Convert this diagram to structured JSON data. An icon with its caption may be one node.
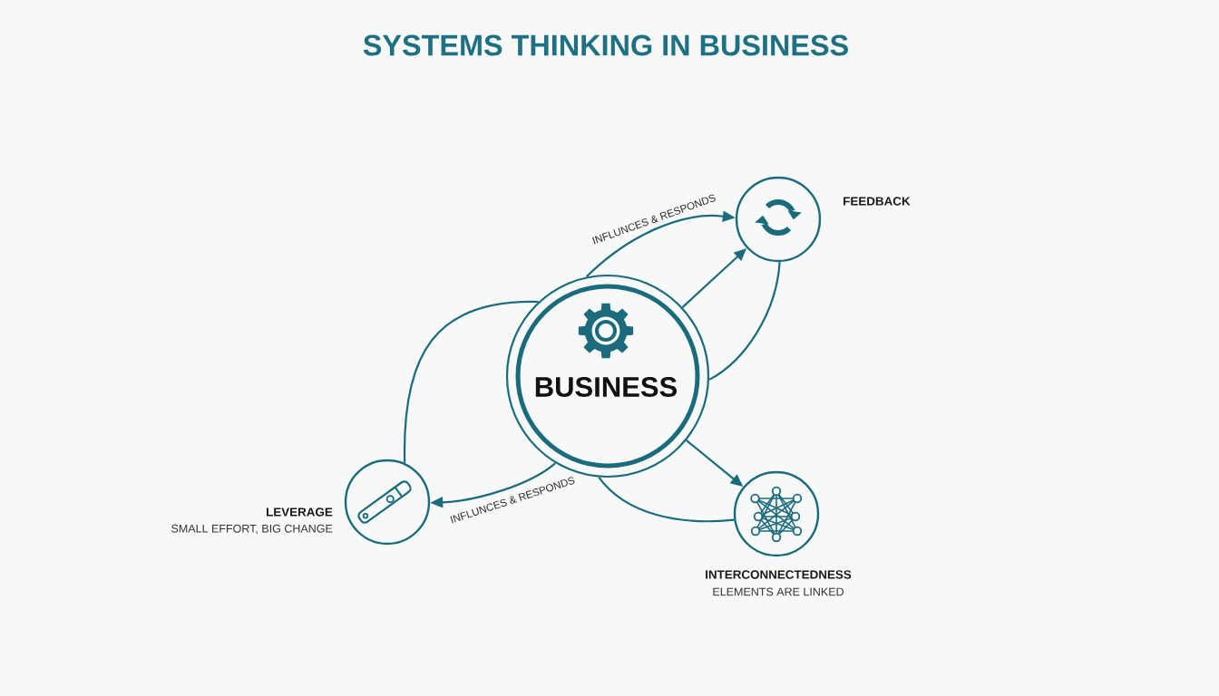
{
  "diagram": {
    "title": "SYSTEMS THINKING IN BUSINESS",
    "nodes": [
      {
        "text": [
          "FEEDBACK"
        ]
      },
      {
        "text": [
          "BUSINESS"
        ]
      },
      {
        "text": [
          "LEVERAGE",
          "SMALL EFFORT, BIG CHANGE"
        ]
      },
      {
        "text": [
          "INTERCONNECTEDNESS",
          "ELEMENTS ARE LINKED"
        ]
      }
    ],
    "edges": [
      {
        "from": 1,
        "to": 0,
        "arrow": "to",
        "label": "INFLUNCES & RESPONDS"
      },
      {
        "from": 1,
        "to": 0,
        "arrow": "to"
      },
      {
        "from": 0,
        "to": 1,
        "arrow": "none"
      },
      {
        "from": 1,
        "to": 3,
        "arrow": "to"
      },
      {
        "from": 1,
        "to": 3,
        "arrow": "none"
      },
      {
        "from": 1,
        "to": 2,
        "arrow": "to",
        "label": "INFLUNCES & RESPONDS"
      },
      {
        "from": 2,
        "to": 1,
        "arrow": "none"
      }
    ]
  }
}
